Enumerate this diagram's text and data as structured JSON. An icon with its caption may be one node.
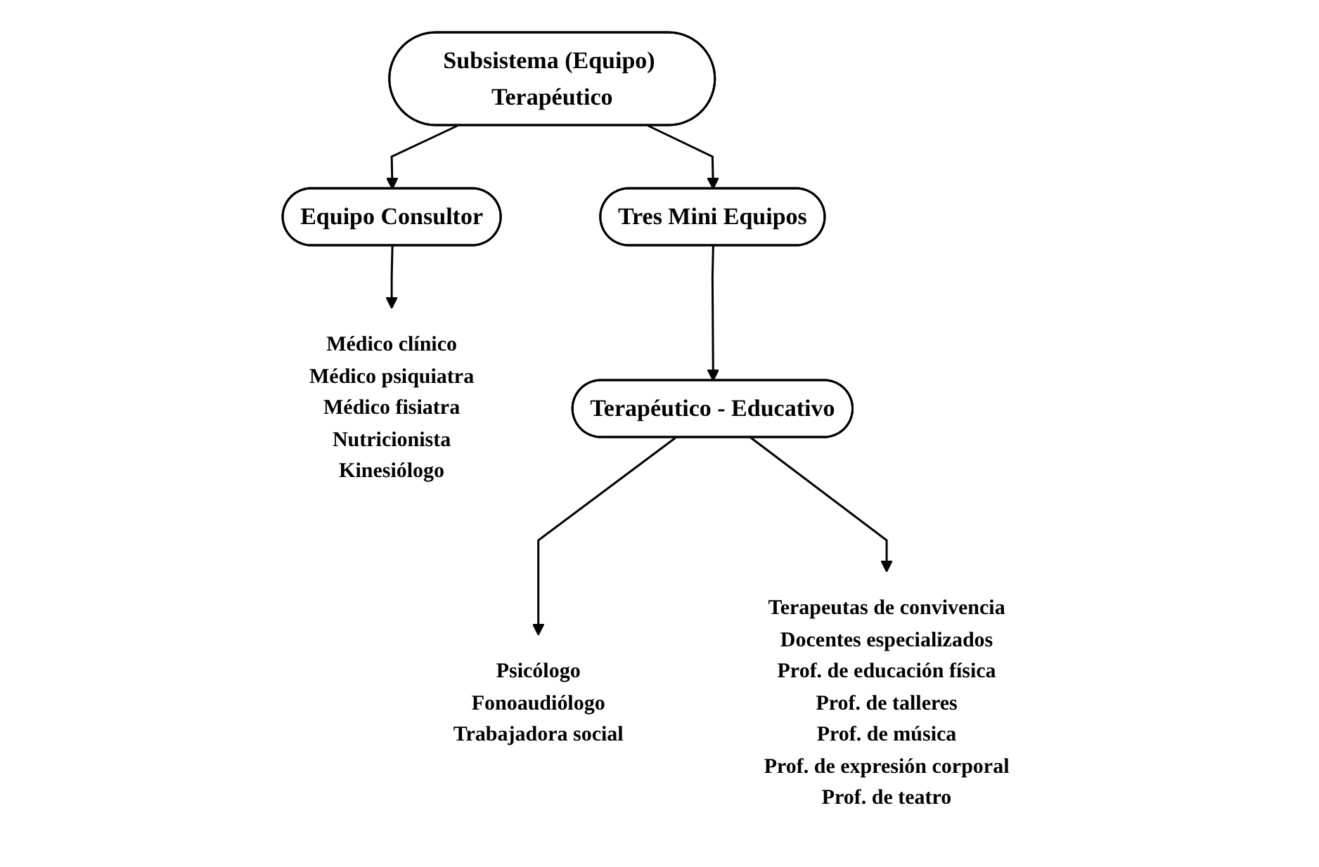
{
  "diagram": {
    "nodes": [
      {
        "text": [
          "Subsistema (Equipo) Terapéutico"
        ]
      },
      {
        "text": [
          "Equipo Consultor"
        ]
      },
      {
        "text": [
          "Tres Mini Equipos"
        ]
      },
      {
        "text": [
          "Médico clínico",
          "Médico psiquiatra",
          "Médico fisiatra",
          "Nutricionista",
          "Kinesiólogo"
        ]
      },
      {
        "text": [
          "Terapéutico - Educativo"
        ]
      },
      {
        "text": [
          "Psicólogo",
          "Fonoaudiólogo",
          "Trabajadora social"
        ]
      },
      {
        "text": [
          "Terapeutas de convivencia",
          "Docentes especializados",
          "Prof. de educación física",
          "Prof. de talleres",
          "Prof. de música",
          "Prof. de expresión corporal",
          "Prof. de teatro"
        ]
      }
    ],
    "edges": [
      {
        "from": 0,
        "to": 1,
        "arrow": "to"
      },
      {
        "from": 0,
        "to": 2,
        "arrow": "to"
      },
      {
        "from": 1,
        "to": 3,
        "arrow": "to"
      },
      {
        "from": 2,
        "to": 4,
        "arrow": "to"
      },
      {
        "from": 4,
        "to": 5,
        "arrow": "to"
      },
      {
        "from": 4,
        "to": 6,
        "arrow": "to"
      }
    ]
  }
}
